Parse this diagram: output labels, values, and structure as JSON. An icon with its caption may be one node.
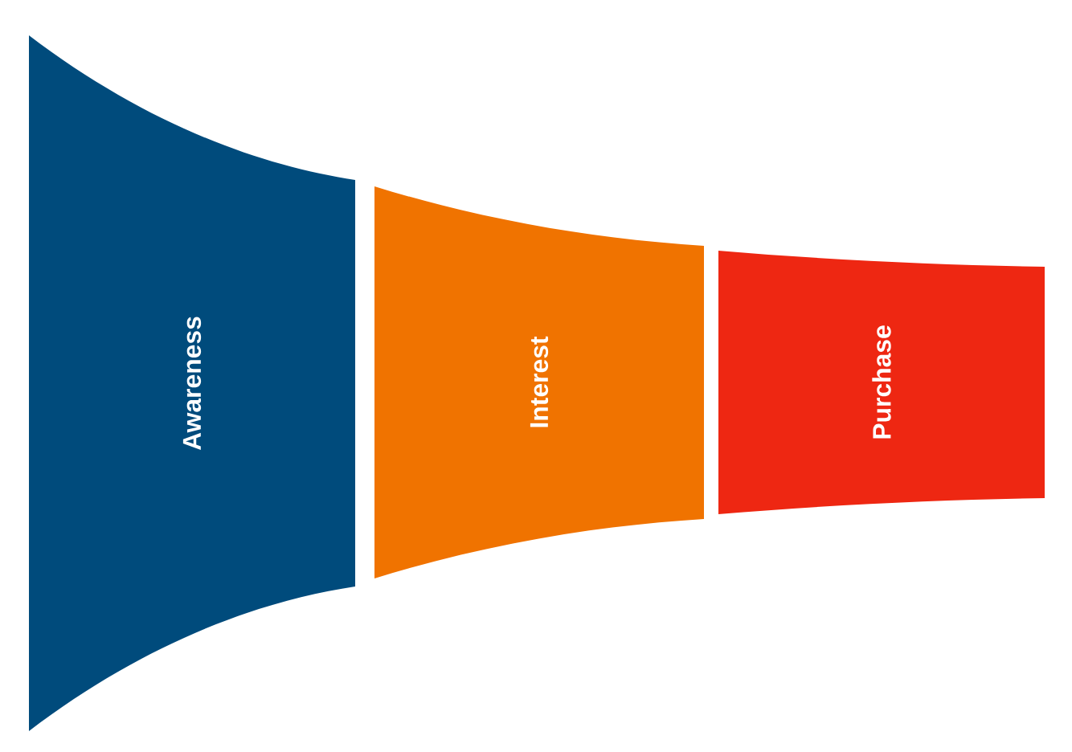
{
  "diagram": {
    "nodes": [
      {
        "text": [
          "Awareness"
        ]
      },
      {
        "text": [
          "Interest"
        ]
      },
      {
        "text": [
          "Purchase"
        ]
      }
    ]
  }
}
